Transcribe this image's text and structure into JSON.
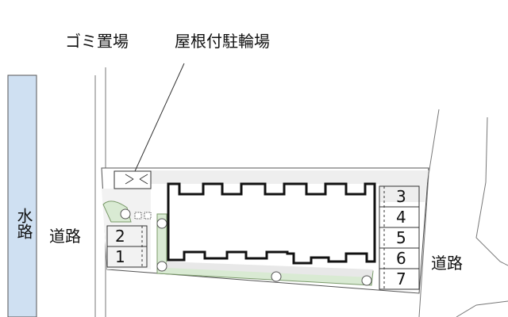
{
  "labels": {
    "garbage": "ゴミ置場",
    "bike_parking": "屋根付駐輪場",
    "water_channel": "水路",
    "road_left": "道路",
    "road_right": "道路"
  },
  "parking_left": [
    "2",
    "1"
  ],
  "parking_right": [
    "3",
    "4",
    "5",
    "6",
    "7"
  ],
  "colors": {
    "water": "#cfe0f2",
    "green": "#d9ead3",
    "lot_gray": "#eeeeee",
    "line": "#111111"
  }
}
